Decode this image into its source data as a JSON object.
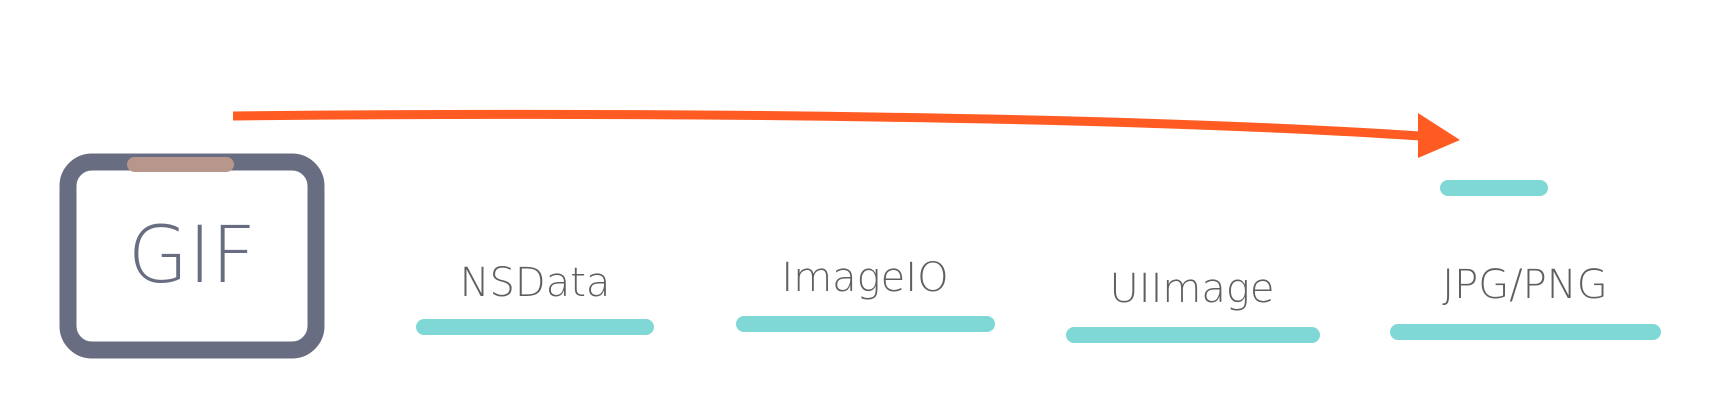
{
  "diagram": {
    "source": {
      "label": "GIF"
    },
    "stages": [
      {
        "label": "NSData"
      },
      {
        "label": "ImageIO"
      },
      {
        "label": "UIImage"
      },
      {
        "label": "JPG/PNG"
      }
    ],
    "colors": {
      "file_icon": "#686d82",
      "file_tab": "#b7968c",
      "arrow": "#ff5b22",
      "underline": "#7fd8d5",
      "label_text": "#5f5f5f",
      "background": "#ffffff"
    },
    "icons": {
      "source": "gif-file-icon",
      "flow": "conversion-arrow"
    }
  }
}
